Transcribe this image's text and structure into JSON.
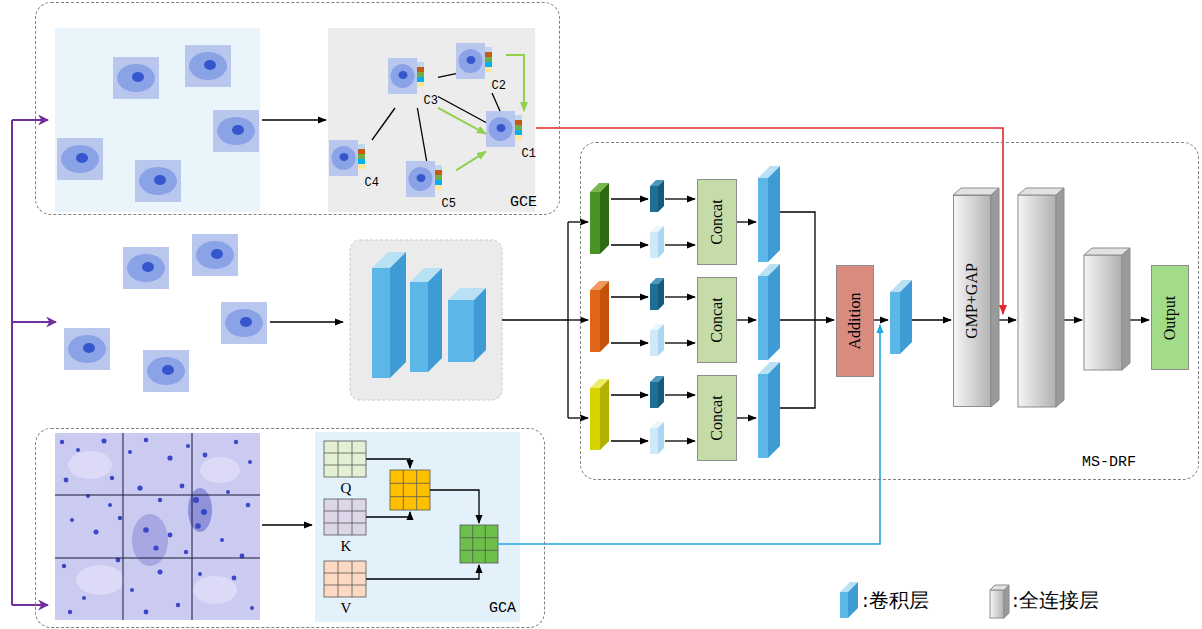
{
  "diagram": {
    "nodes": [
      {
        "text": [
          "GCE"
        ]
      },
      {
        "text": [
          "C3"
        ],
        "in": 0
      },
      {
        "text": [
          "C2"
        ],
        "in": 0
      },
      {
        "text": [
          "C1"
        ],
        "in": 0
      },
      {
        "text": [
          "C4"
        ],
        "in": 0
      },
      {
        "text": [
          "C5"
        ],
        "in": 0
      },
      {
        "text": [
          "MS-DRF"
        ]
      },
      {
        "text": [
          "Concat"
        ],
        "in": 6
      },
      {
        "text": [
          "Concat"
        ],
        "in": 6
      },
      {
        "text": [
          "Concat"
        ],
        "in": 6
      },
      {
        "text": [
          "Addition"
        ],
        "in": 6
      },
      {
        "text": [
          "GMP+GAP"
        ],
        "in": 6
      },
      {
        "text": [
          "Output"
        ],
        "in": 6
      },
      {
        "text": [
          "GCA"
        ]
      },
      {
        "text": [
          "Q"
        ],
        "in": 13
      },
      {
        "text": [
          "K"
        ],
        "in": 13
      },
      {
        "text": [
          "V"
        ],
        "in": 13
      }
    ],
    "edges": [
      {
        "from": 1,
        "to": 2,
        "arrow": "none"
      },
      {
        "from": 1,
        "to": 3,
        "arrow": "none"
      },
      {
        "from": 2,
        "to": 3,
        "arrow": "none"
      },
      {
        "from": 1,
        "to": 4,
        "arrow": "none"
      },
      {
        "from": 1,
        "to": 5,
        "arrow": "none"
      },
      {
        "from": 2,
        "to": 3,
        "arrow": "to"
      },
      {
        "from": 1,
        "to": 3,
        "arrow": "to"
      },
      {
        "from": 5,
        "to": 3,
        "arrow": "to"
      },
      {
        "from": 3,
        "to": 11,
        "arrow": "to"
      }
    ],
    "legend": [
      {
        "text": ":卷积层"
      },
      {
        "text": ":全连接层"
      }
    ]
  }
}
